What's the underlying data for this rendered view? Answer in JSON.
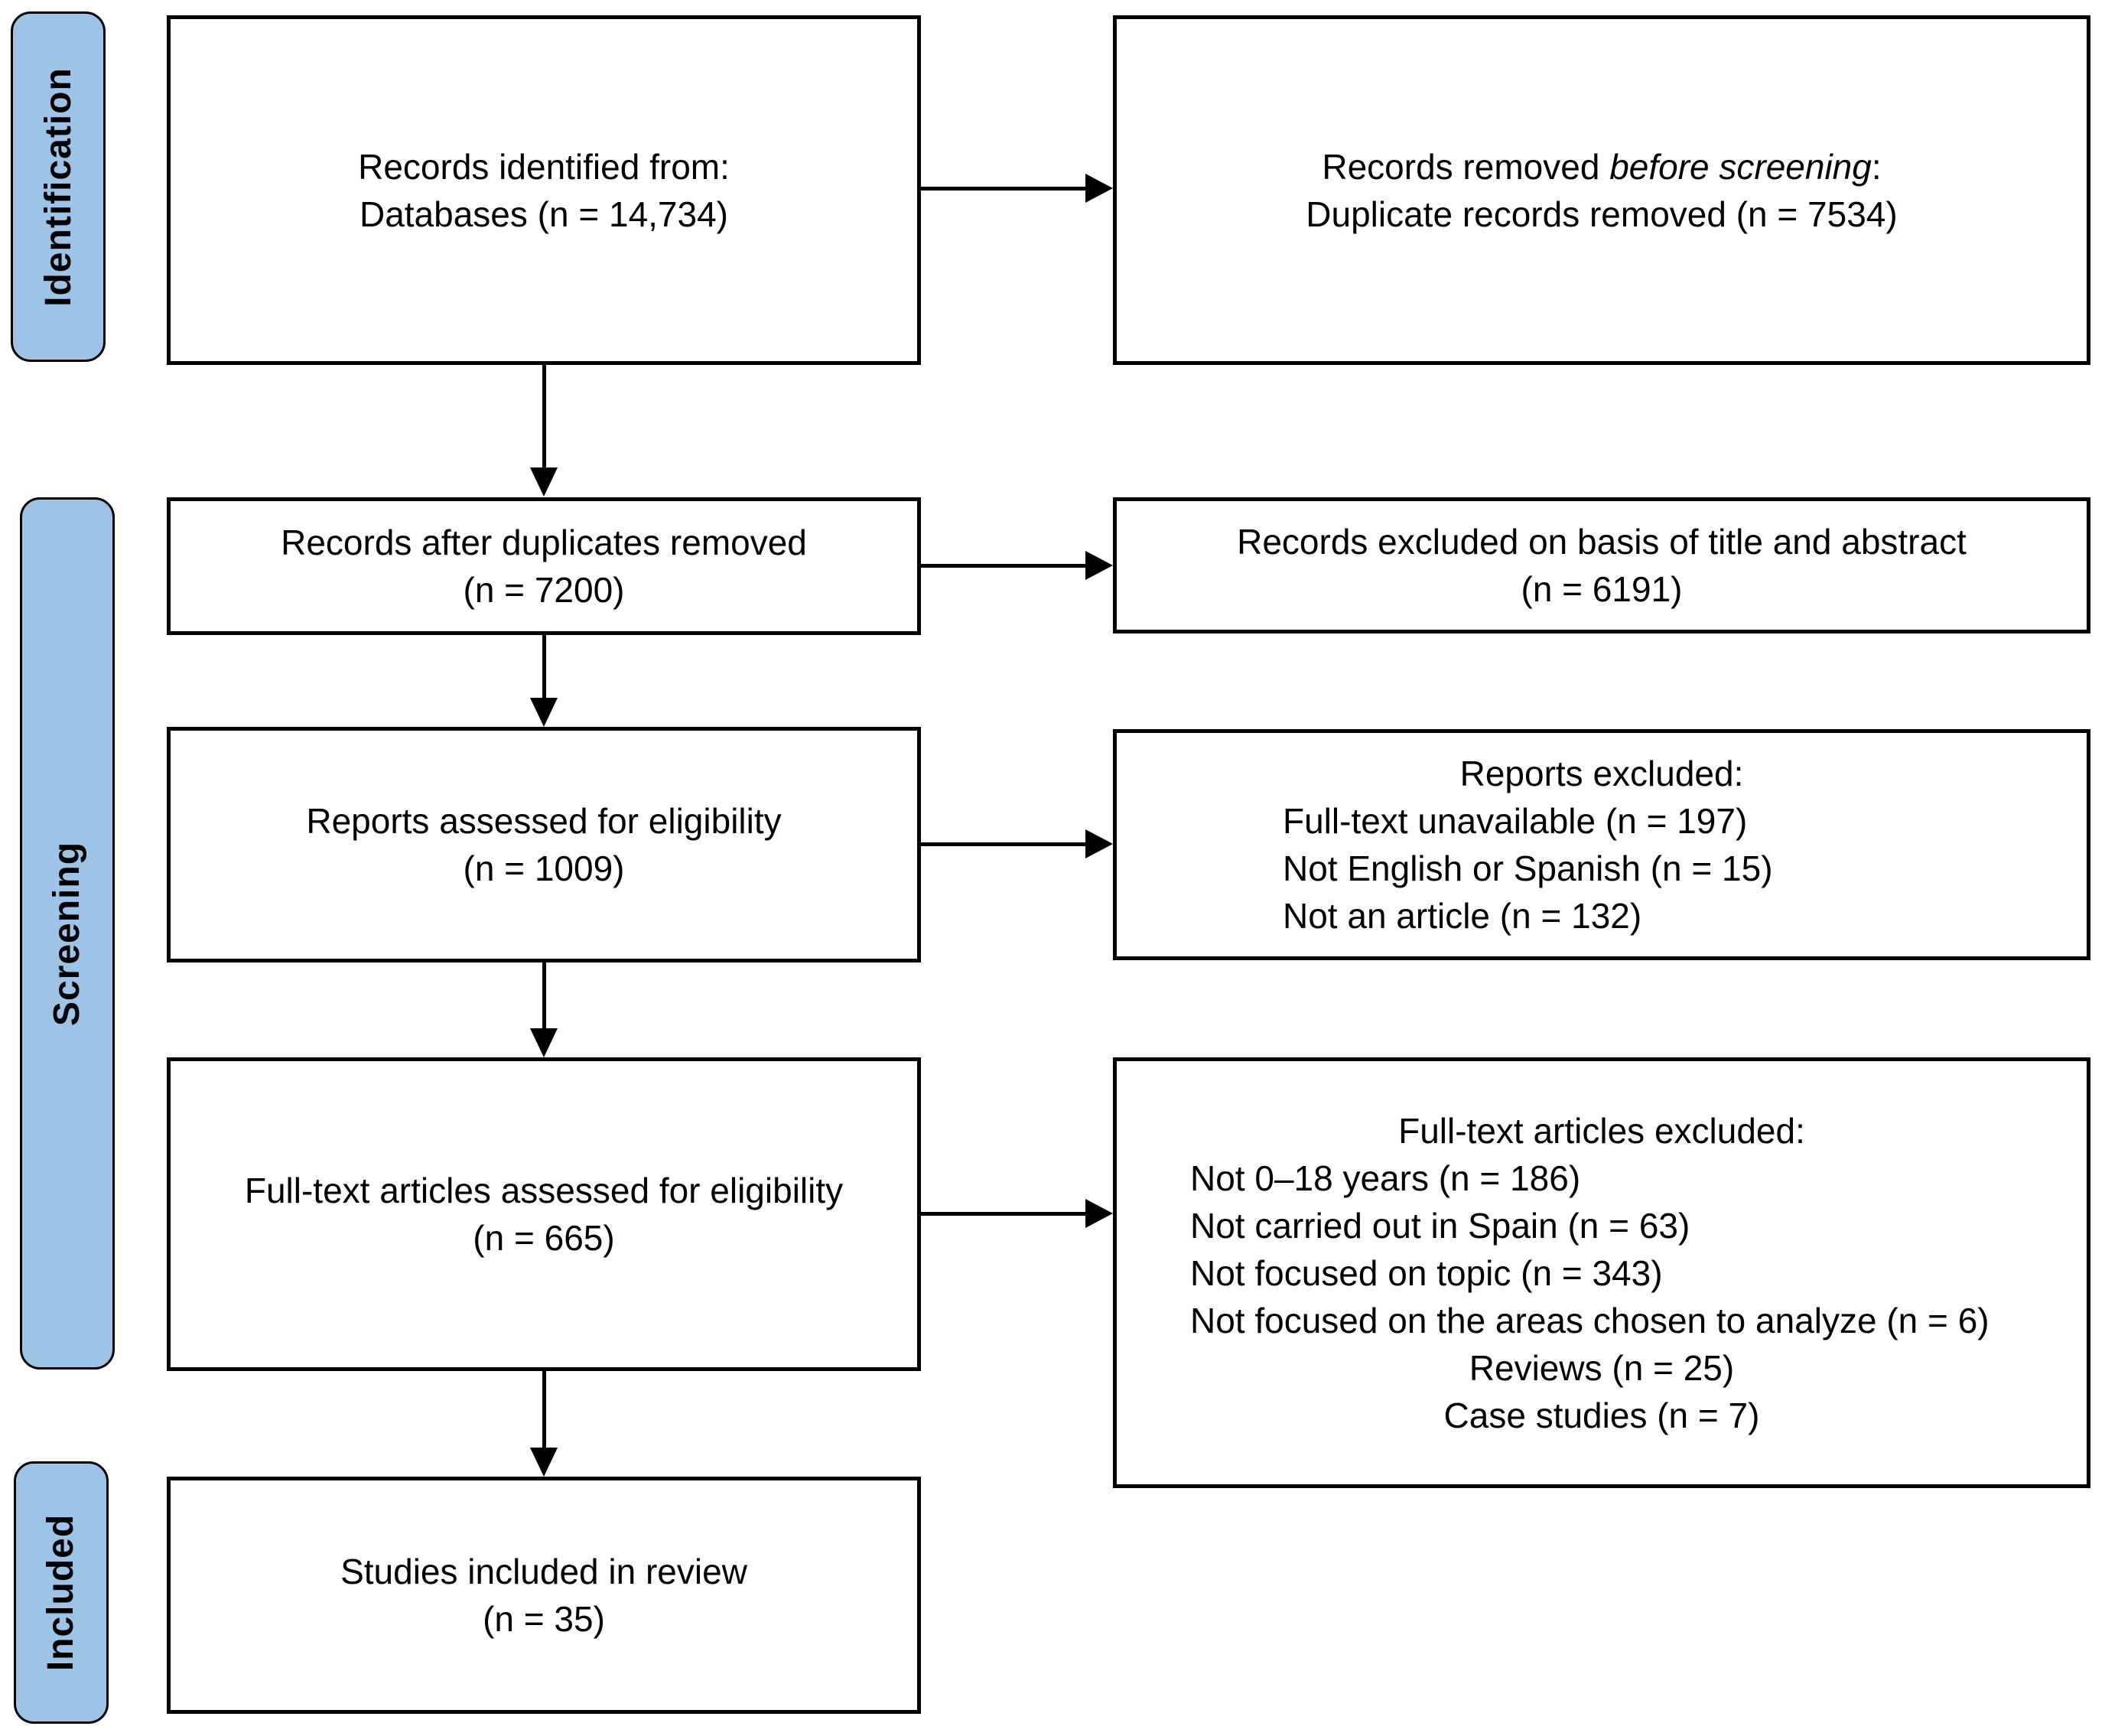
{
  "diagram": {
    "kind": "PRISMA flow diagram",
    "colors": {
      "stage_tab_fill": "#9DC3E6",
      "border": "#000000",
      "text": "#000000",
      "background": "#FFFFFF"
    },
    "stage_tabs": [
      {
        "label": "Identification"
      },
      {
        "label": "Screening"
      },
      {
        "label": "Included"
      }
    ],
    "main_boxes": [
      {
        "lines": [
          "Records identified from:",
          "Databases (n = 14,734)"
        ]
      },
      {
        "lines": [
          "Records after duplicates removed",
          "(n = 7200)"
        ]
      },
      {
        "lines": [
          "Reports assessed for eligibility",
          "(n = 1009)"
        ]
      },
      {
        "lines": [
          "Full-text articles assessed for eligibility",
          "(n = 665)"
        ]
      },
      {
        "lines": [
          "Studies included in review",
          "(n = 35)"
        ]
      }
    ],
    "side_boxes": [
      {
        "line1_normal": "Records removed ",
        "line1_italic": "before screening",
        "line1_end": ":",
        "line2": "Duplicate records removed (n = 7534)"
      },
      {
        "lines": [
          "Records excluded on basis of title and abstract",
          "(n = 6191)"
        ]
      },
      {
        "heading": "Reports excluded:",
        "reasons": [
          "Full-text unavailable (n = 197)",
          "Not English or Spanish (n = 15)",
          "Not an article (n = 132)"
        ]
      },
      {
        "heading": "Full-text articles excluded:",
        "reasons": [
          "Not 0–18 years (n = 186)",
          "Not carried out in Spain (n = 63)",
          "Not focused on topic (n = 343)",
          "Not focused on the areas chosen to analyze (n = 6)"
        ],
        "reasons_centered": [
          "Reviews (n = 25)",
          "Case studies (n = 7)"
        ]
      }
    ]
  }
}
